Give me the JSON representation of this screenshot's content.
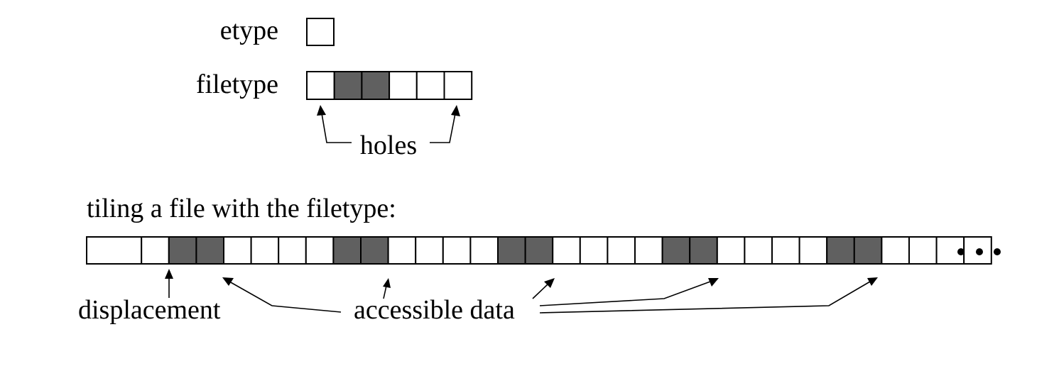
{
  "labels": {
    "etype": "etype",
    "filetype": "filetype",
    "holes": "holes",
    "tiling_caption": "tiling a file with the filetype:",
    "displacement": "displacement",
    "accessible_data": "accessible data"
  },
  "filetype_pattern": [
    0,
    1,
    1,
    0,
    0,
    0
  ],
  "tiling": {
    "displacement_units": 3,
    "repetitions": 5,
    "continues": true
  },
  "colors": {
    "data_fill": "#606060",
    "hole_fill": "#ffffff",
    "stroke": "#000000"
  }
}
